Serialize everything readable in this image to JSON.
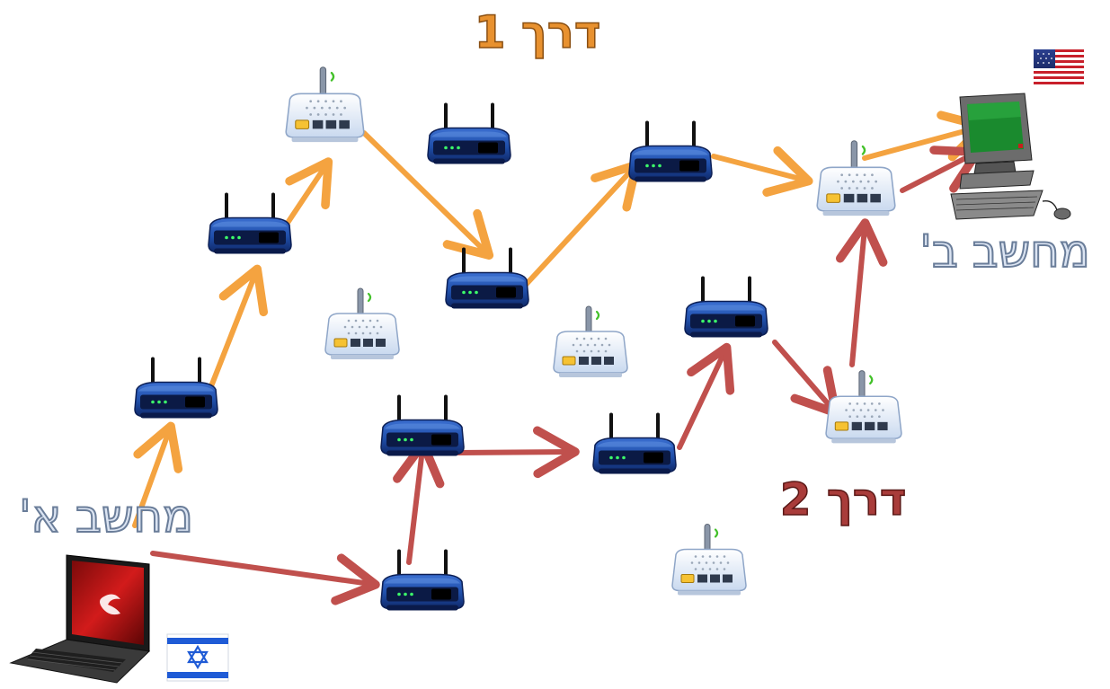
{
  "labels": {
    "route1": "דרך 1",
    "route2": "דרך 2",
    "computer_a": "מחשב א'",
    "computer_b": "מחשב ב'"
  },
  "colors": {
    "route1_arrow": "#f4a340",
    "route2_arrow": "#c0504d",
    "route1_text": "#e8912f",
    "route2_text": "#a93c3a",
    "computer_label_fill": "#dbe4f2",
    "computer_label_stroke": "#6a7d99",
    "router_blue": "#1f4ea8",
    "router_dark": "#10296a",
    "ap_white": "#eef3fa"
  },
  "nodes": {
    "computer_a": {
      "icon": "laptop-icon",
      "flag": "israel-flag-icon"
    },
    "computer_b": {
      "icon": "desktop-computer-icon",
      "flag": "usa-flag-icon"
    },
    "routers": [
      "r1",
      "r2",
      "r3",
      "r4",
      "r5",
      "r6",
      "r7",
      "r8",
      "r9",
      "r10"
    ],
    "access_points": [
      "ap1",
      "ap2",
      "ap3",
      "ap4",
      "ap5",
      "ap6",
      "ap7"
    ]
  },
  "routes": [
    {
      "name": "route1",
      "path": [
        "computer_a",
        "r1",
        "r2",
        "ap1",
        "r4",
        "r5",
        "ap2",
        "computer_b"
      ]
    },
    {
      "name": "route2",
      "path": [
        "computer_a",
        "r9",
        "r7",
        "r8",
        "r10",
        "ap4",
        "ap2",
        "computer_b"
      ]
    }
  ]
}
